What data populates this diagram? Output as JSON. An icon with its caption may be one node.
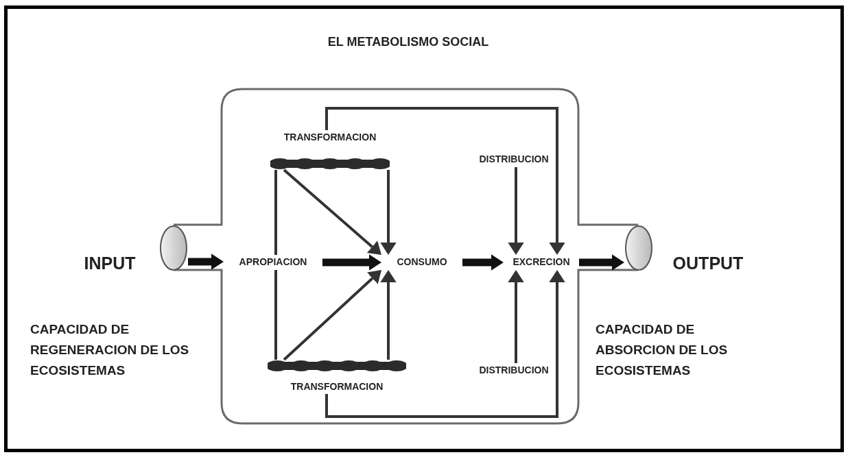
{
  "diagram": {
    "title": "EL METABOLISMO SOCIAL",
    "nodes": [
      {
        "text": [],
        "shape": "pipe"
      },
      {
        "text": [],
        "shape": "ellipse"
      },
      {
        "text": [
          "TRANSFORMACION"
        ],
        "in": 0
      },
      {
        "text": [
          "DISTRIBUCION"
        ],
        "in": 0
      },
      {
        "text": [
          "APROPIACION"
        ],
        "in": 0
      },
      {
        "text": [
          "CONSUMO"
        ],
        "in": 0
      },
      {
        "text": [
          "EXCRECION"
        ],
        "in": 0
      },
      {
        "text": [],
        "shape": "ellipse"
      },
      {
        "text": [
          "TRANSFORMACION"
        ],
        "in": 0
      },
      {
        "text": [
          "DISTRIBUCION"
        ],
        "in": 0
      }
    ],
    "edges": [
      {
        "from": 1,
        "to": 4,
        "arrow": "to",
        "style": "thick"
      },
      {
        "from": 4,
        "to": 5,
        "arrow": "to",
        "style": "thick"
      },
      {
        "from": 5,
        "to": 6,
        "arrow": "to",
        "style": "thick"
      },
      {
        "from": 6,
        "to": 7,
        "arrow": "to",
        "style": "thick"
      },
      {
        "from": 2,
        "to": 5,
        "arrow": "to"
      },
      {
        "from": 2,
        "to": 5,
        "arrow": "to"
      },
      {
        "from": 2,
        "to": 4,
        "arrow": "none"
      },
      {
        "from": 8,
        "to": 5,
        "arrow": "to"
      },
      {
        "from": 8,
        "to": 5,
        "arrow": "to"
      },
      {
        "from": 8,
        "to": 4,
        "arrow": "none"
      },
      {
        "from": 3,
        "to": 6,
        "arrow": "to"
      },
      {
        "from": 9,
        "to": 6,
        "arrow": "to"
      },
      {
        "from": 2,
        "to": 6,
        "arrow": "to"
      },
      {
        "from": 8,
        "to": 6,
        "arrow": "to"
      }
    ],
    "labels": [
      "INPUT",
      "OUTPUT",
      "CAPACIDAD DE REGENERACION DE LOS ECOSISTEMAS",
      "CAPACIDAD DE ABSORCION DE LOS ECOSISTEMAS"
    ]
  }
}
